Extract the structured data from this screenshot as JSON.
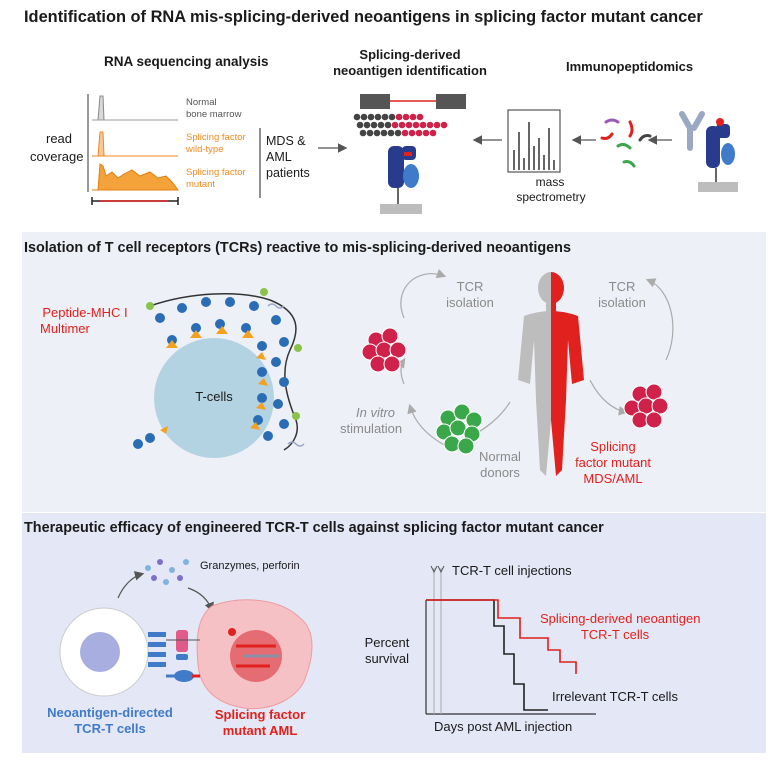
{
  "title": "Identification of RNA mis-splicing-derived neoantigens in splicing factor mutant cancer",
  "section1": {
    "rna_heading": "RNA sequencing analysis",
    "read_label": "read",
    "coverage_label": "coverage",
    "track_normal": [
      "Normal",
      "bone marrow"
    ],
    "track_wt": [
      "Splicing factor",
      "wild-type"
    ],
    "track_mut": [
      "Splicing factor",
      "mutant"
    ],
    "patients": [
      "MDS &",
      "AML",
      "patients"
    ],
    "neo_heading": [
      "Splicing-derived",
      "neoantigen identification"
    ],
    "immuno_heading": "Immunopeptidomics",
    "mass_spec": [
      "mass",
      "spectrometry"
    ]
  },
  "section2": {
    "heading": "Isolation of T cell receptors (TCRs) reactive to mis-splicing-derived neoantigens",
    "multimer": [
      "Peptide-MHC I",
      "Multimer"
    ],
    "tcells": "T-cells",
    "tcr_left": [
      "TCR",
      "isolation"
    ],
    "tcr_right": [
      "TCR",
      "isolation"
    ],
    "in_vitro": "In vitro",
    "stimulation": "stimulation",
    "normal_donors": [
      "Normal",
      "donors"
    ],
    "mutant_patients": [
      "Splicing",
      "factor mutant",
      "MDS/AML"
    ]
  },
  "section3": {
    "heading": "Therapeutic efficacy of engineered TCR-T cells against splicing factor mutant cancer",
    "granzymes": "Granzymes, perforin",
    "tcrt_label": [
      "Neoantigen-directed",
      "TCR-T cells"
    ],
    "aml_label": [
      "Splicing factor",
      "mutant AML"
    ],
    "injections": "TCR-T cell injections",
    "neo_series": [
      "Splicing-derived neoantigen",
      "TCR-T cells"
    ],
    "irrelevant": "Irrelevant TCR-T cells",
    "ylabel": [
      "Percent",
      "survival"
    ],
    "xlabel": "Days post AML injection"
  },
  "colors": {
    "red": "#e0211d",
    "orange": "#f08a1e",
    "panel2_bg": "#eef0f8",
    "panel3_bg": "#e4e7f5",
    "navy": "#283b8c",
    "cell_blue": "#b4d3e2",
    "green": "#3aa84a",
    "crimson": "#d0214a"
  }
}
